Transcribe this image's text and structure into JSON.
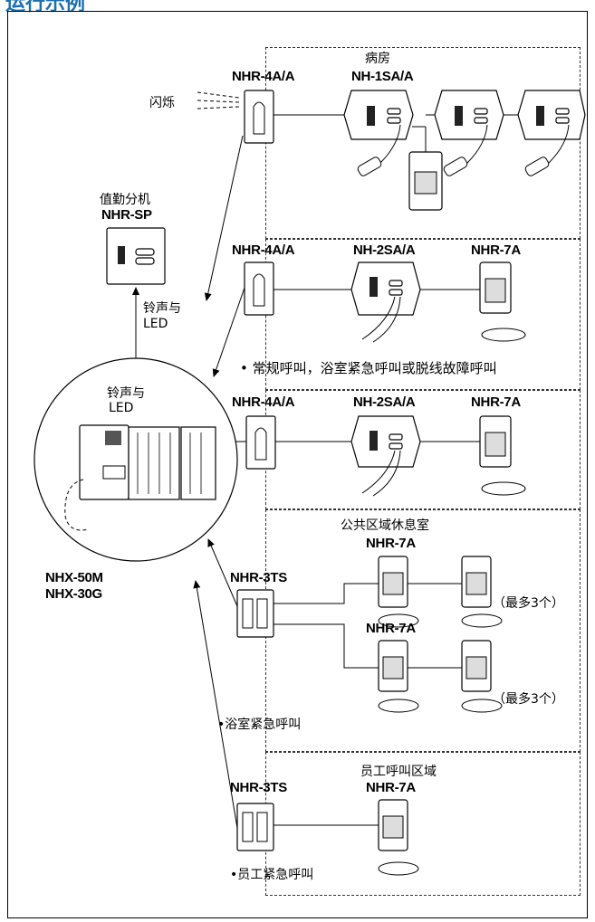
{
  "header": {
    "title": "运行示例"
  },
  "zones": {
    "ward": {
      "label": "病房"
    },
    "lounge": {
      "label": "公共区域休息室"
    },
    "staff": {
      "label": "员工呼叫区域"
    }
  },
  "labels": {
    "flash": "闪烁",
    "duty_station": "值勤分机",
    "chime_led_1": "铃声与",
    "led_1": "LED",
    "chime_led_2": "铃声与",
    "led_2": "LED",
    "call_types": "• 常规呼叫，浴室紧急呼叫或脱线故障呼叫",
    "bath_emergency": "•浴室紧急呼叫",
    "staff_emergency": "•员工紧急呼叫",
    "max_3_a": "（最多3个）",
    "max_3_b": "（最多3个）"
  },
  "models": {
    "nhr4a_1": "NHR-4A/A",
    "nh1sa": "NH-1SA/A",
    "nhrsp": "NHR-SP",
    "nhr4a_2": "NHR-4A/A",
    "nh2sa_1": "NH-2SA/A",
    "nhr7a_1": "NHR-7A",
    "nhr4a_3": "NHR-4A/A",
    "nh2sa_2": "NH-2SA/A",
    "nhr7a_2": "NHR-7A",
    "nhx50m": "NHX-50M",
    "nhx30g": "NHX-30G",
    "nhr3ts_1": "NHR-3TS",
    "nhr7a_3": "NHR-7A",
    "nhr7a_4": "NHR-7A",
    "nhr3ts_2": "NHR-3TS",
    "nhr7a_5": "NHR-7A"
  }
}
